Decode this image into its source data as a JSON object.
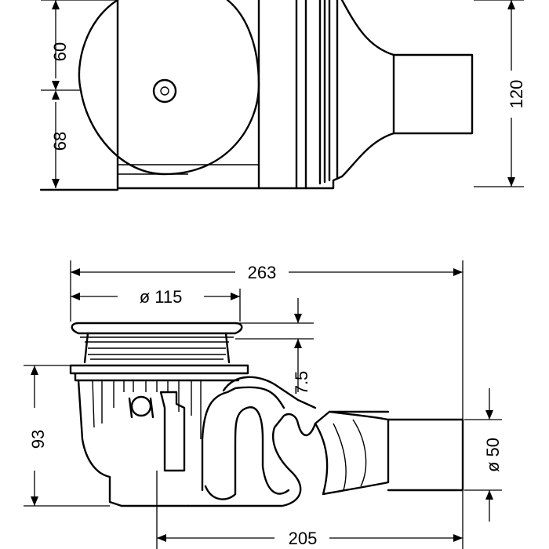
{
  "dimensions": {
    "top_view_upper": "60",
    "top_view_lower": "68",
    "top_view_height": "120",
    "overall_length": "263",
    "grate_diameter": "ø 115",
    "grate_thickness": "7.5",
    "trap_height": "93",
    "outlet_diameter": "ø 50",
    "outlet_length": "205"
  }
}
